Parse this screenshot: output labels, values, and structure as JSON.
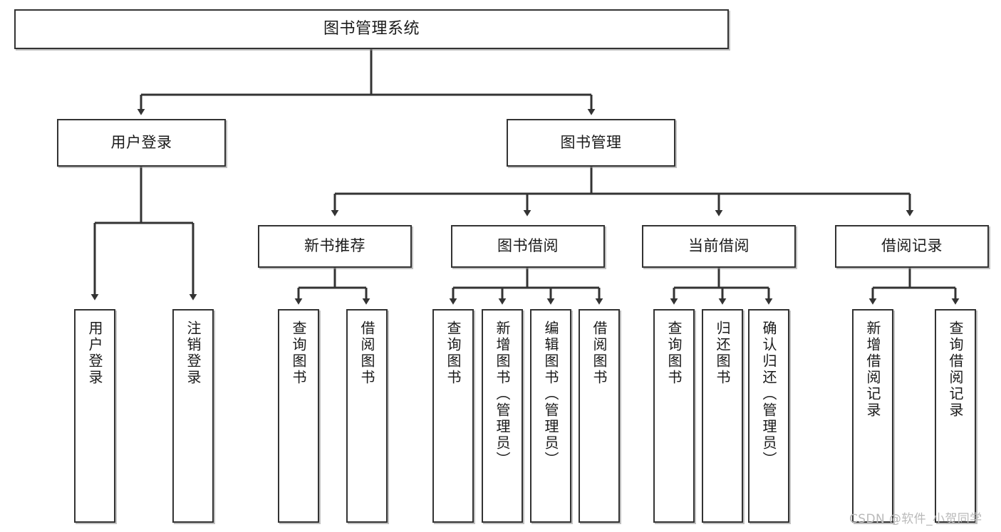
{
  "diagram": {
    "title": "图书管理系统",
    "type": "tree",
    "orientation": "top-down",
    "colors": {
      "box_border": "#333333",
      "box_fill": "#ffffff",
      "edge": "#333333",
      "text": "#1a1a1a",
      "watermark": "#b9b9b9",
      "background": "#ffffff"
    }
  },
  "watermark": {
    "text": "CSDN @软件_小贺同学"
  },
  "nodes": {
    "root": {
      "label": "图书管理系统"
    },
    "level2": [
      {
        "id": "user-login",
        "label": "用户登录"
      },
      {
        "id": "book-manage",
        "label": "图书管理"
      }
    ],
    "level3": [
      {
        "id": "new-book-recommend",
        "label": "新书推荐"
      },
      {
        "id": "book-borrow",
        "label": "图书借阅"
      },
      {
        "id": "current-borrow",
        "label": "当前借阅"
      },
      {
        "id": "borrow-record",
        "label": "借阅记录"
      }
    ],
    "leaves": [
      {
        "id": "leaf-user-login",
        "label": "用户登录",
        "parent": "user-login"
      },
      {
        "id": "leaf-logout-login",
        "label": "注销登录",
        "parent": "user-login"
      },
      {
        "id": "leaf-query-book-1",
        "label": "查询图书",
        "parent": "new-book-recommend"
      },
      {
        "id": "leaf-borrow-book-1",
        "label": "借阅图书",
        "parent": "new-book-recommend"
      },
      {
        "id": "leaf-query-book-2",
        "label": "查询图书",
        "parent": "book-borrow"
      },
      {
        "id": "leaf-add-book",
        "label": "新增图书（管理员）",
        "parent": "book-borrow"
      },
      {
        "id": "leaf-edit-book",
        "label": "编辑图书（管理员）",
        "parent": "book-borrow"
      },
      {
        "id": "leaf-borrow-book-2",
        "label": "借阅图书",
        "parent": "book-borrow"
      },
      {
        "id": "leaf-query-book-3",
        "label": "查询图书",
        "parent": "current-borrow"
      },
      {
        "id": "leaf-return-book",
        "label": "归还图书",
        "parent": "current-borrow"
      },
      {
        "id": "leaf-confirm-return",
        "label": "确认归还（管理员）",
        "parent": "current-borrow"
      },
      {
        "id": "leaf-add-record",
        "label": "新增借阅记录",
        "parent": "borrow-record"
      },
      {
        "id": "leaf-query-record",
        "label": "查询借阅记录",
        "parent": "borrow-record"
      }
    ]
  }
}
